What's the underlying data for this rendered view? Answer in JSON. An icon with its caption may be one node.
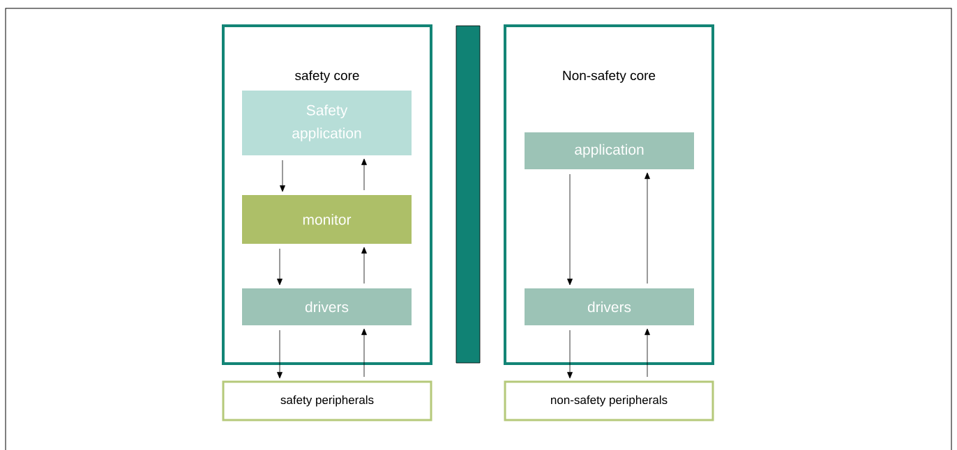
{
  "diagram": {
    "nodes": [
      {
        "text": [
          "safety core"
        ]
      },
      {
        "text": [
          "Safety application"
        ],
        "in": 0
      },
      {
        "text": [
          "monitor"
        ],
        "in": 0
      },
      {
        "text": [
          "drivers"
        ],
        "in": 0
      },
      {
        "text": [
          "safety peripherals"
        ]
      },
      {
        "text": [],
        "shape": "bar"
      },
      {
        "text": [
          "Non-safety core"
        ]
      },
      {
        "text": [
          "application"
        ],
        "in": 6
      },
      {
        "text": [
          "drivers"
        ],
        "in": 6
      },
      {
        "text": [
          "non-safety peripherals"
        ]
      }
    ],
    "edges": [
      {
        "from": 1,
        "to": 2,
        "arrow": "to"
      },
      {
        "from": 2,
        "to": 1,
        "arrow": "to"
      },
      {
        "from": 2,
        "to": 3,
        "arrow": "to"
      },
      {
        "from": 3,
        "to": 2,
        "arrow": "to"
      },
      {
        "from": 3,
        "to": 4,
        "arrow": "to"
      },
      {
        "from": 4,
        "to": 3,
        "arrow": "to"
      },
      {
        "from": 7,
        "to": 8,
        "arrow": "to"
      },
      {
        "from": 8,
        "to": 7,
        "arrow": "to"
      },
      {
        "from": 8,
        "to": 9,
        "arrow": "to"
      },
      {
        "from": 9,
        "to": 8,
        "arrow": "to"
      }
    ]
  }
}
